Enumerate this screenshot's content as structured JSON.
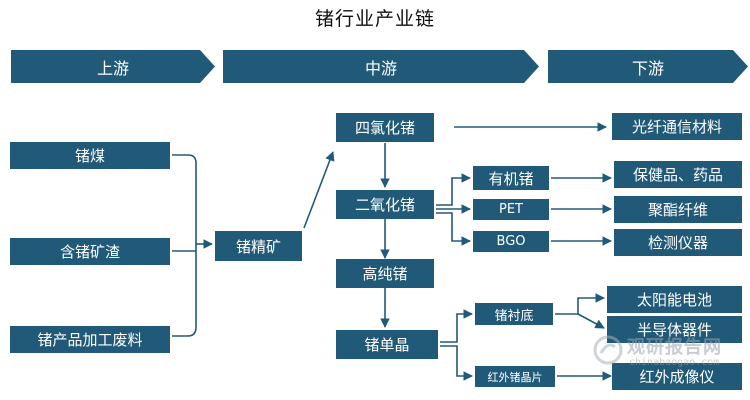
{
  "title": "锗行业产业链",
  "stages": {
    "upstream": "上游",
    "midstream": "中游",
    "downstream": "下游"
  },
  "upstream": {
    "germanium_coal": "锗煤",
    "germanium_slag": "含锗矿渣",
    "processing_waste": "锗产品加工废料"
  },
  "ore": "锗精矿",
  "midstream": {
    "gecl4": "四氯化锗",
    "geo2": "二氧化锗",
    "high_purity": "高纯锗",
    "single_crystal": "锗单晶"
  },
  "intermediate": {
    "organic": "有机锗",
    "pet": "PET",
    "bgo": "BGO",
    "substrate": "锗衬底",
    "ir_wafer": "红外锗晶片"
  },
  "downstream": {
    "fiber": "光纤通信材料",
    "health": "保健品、药品",
    "polyester": "聚酯纤维",
    "instruments": "检测仪器",
    "solar": "太阳能电池",
    "semiconductor": "半导体器件",
    "infrared": "红外成像仪"
  },
  "watermark": {
    "name": "观研报告网",
    "url": "chinabaogao.com"
  },
  "colors": {
    "box": "#215a78",
    "connector": "#215a78",
    "text": "#ffffff"
  }
}
